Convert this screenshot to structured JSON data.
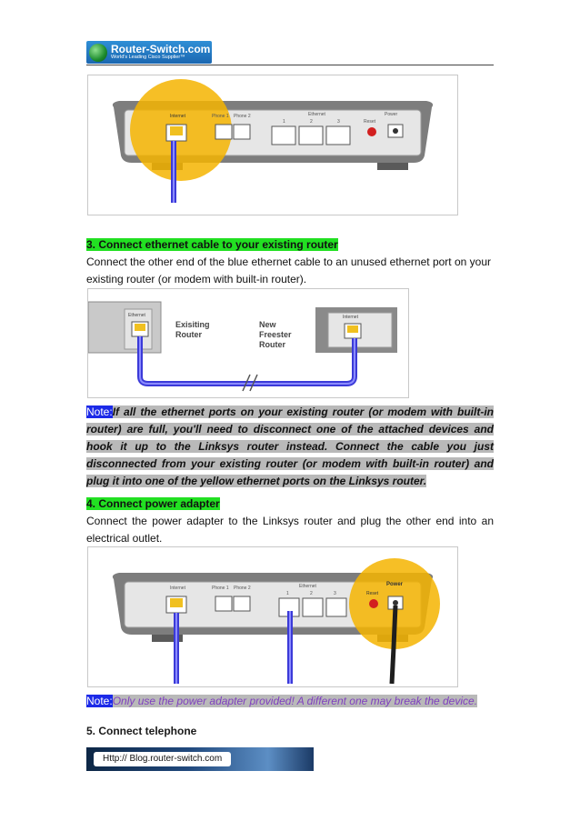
{
  "header": {
    "logo": {
      "name": "Router-Switch.com",
      "tagline": "World's Leading Cisco Supplier™"
    }
  },
  "figure1": {
    "ports": [
      "Internet",
      "Phone 1",
      "Phone 2",
      "Ethernet",
      "1",
      "2",
      "3",
      "Reset",
      "Power"
    ]
  },
  "step3": {
    "heading": "3. Connect ethernet cable to your existing router",
    "body": "Connect the other end of the blue ethernet cable to an unused ethernet port on your existing router (or modem with built-in router)."
  },
  "figure2": {
    "left_label_line1": "Exisiting",
    "left_label_line2": "Router",
    "right_label_line1": "New",
    "right_label_line2": "Freester",
    "right_label_line3": "Router",
    "port_label": "Ethernet",
    "internet_label": "Internet"
  },
  "note1": {
    "label": "Note:",
    "text": "If all the ethernet ports on your existing router (or modem with built-in router) are full, you'll need to disconnect one of the attached devices and hook it up to the Linksys router instead. Connect the cable you just disconnected from your existing router (or modem with built-in router) and plug it into one of the yellow ethernet ports on the Linksys router."
  },
  "step4": {
    "heading": "4. Connect power adapter",
    "body": "Connect the power adapter to the Linksys router and plug the other end into an electrical outlet."
  },
  "figure3": {
    "ports": [
      "Internet",
      "Phone 1",
      "Phone 2",
      "Ethernet",
      "1",
      "2",
      "3",
      "Reset",
      "Power"
    ]
  },
  "note2": {
    "label": "Note:",
    "text": "Only use the power adapter provided! A different one may break the device."
  },
  "step5": {
    "heading": "5. Connect telephone"
  },
  "footer": {
    "blog_url": "Http:// Blog.router-switch.com"
  }
}
